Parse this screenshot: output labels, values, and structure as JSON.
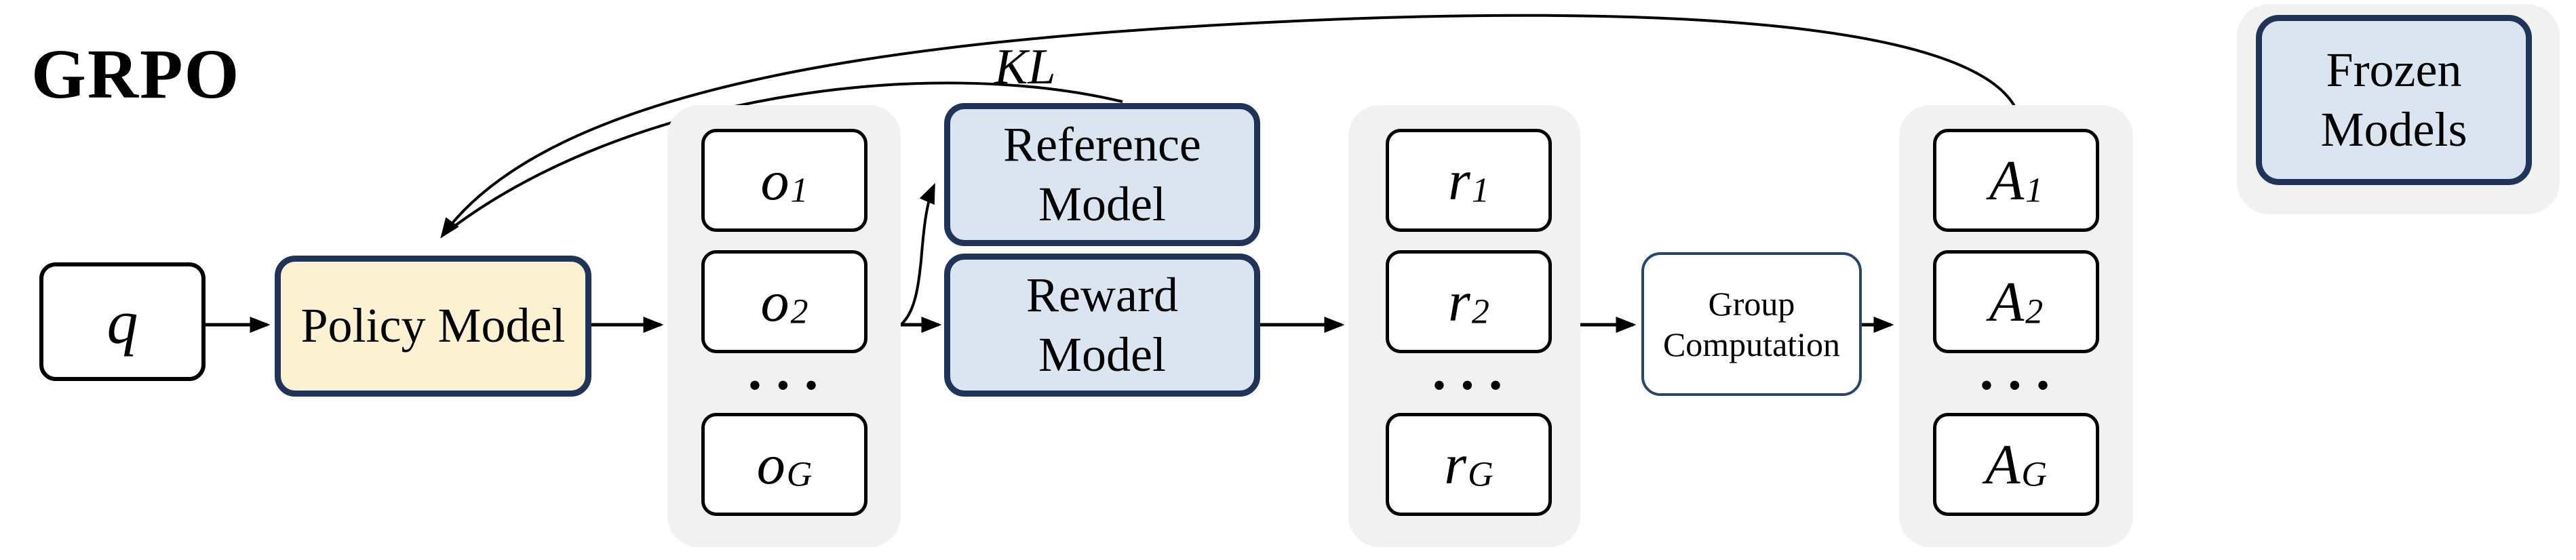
{
  "title": "GRPO",
  "kl_label": "KL",
  "legend": {
    "label": "Frozen Models"
  },
  "nodes": {
    "query": {
      "label": "q"
    },
    "policy": {
      "label": "Policy Model"
    },
    "reference": {
      "label": "Reference Model"
    },
    "reward": {
      "label": "Reward Model"
    },
    "group_computation": {
      "label": "Group Computation"
    }
  },
  "groups": {
    "outputs": {
      "ellipsis": "• • •",
      "items": [
        {
          "base": "o",
          "sub": "1"
        },
        {
          "base": "o",
          "sub": "2"
        },
        {
          "base": "o",
          "sub": "G"
        }
      ]
    },
    "rewards": {
      "ellipsis": "• • •",
      "items": [
        {
          "base": "r",
          "sub": "1"
        },
        {
          "base": "r",
          "sub": "2"
        },
        {
          "base": "r",
          "sub": "G"
        }
      ]
    },
    "advantages": {
      "ellipsis": "• • •",
      "items": [
        {
          "base": "A",
          "sub": "1"
        },
        {
          "base": "A",
          "sub": "2"
        },
        {
          "base": "A",
          "sub": "G"
        }
      ]
    }
  },
  "colors": {
    "navy": "#1F3458",
    "cream": "#FCF1D1",
    "lightblue": "#DBE5F1",
    "panel-gray": "#F1F1F1",
    "group-border": "#27466F",
    "ink": "#000000"
  }
}
